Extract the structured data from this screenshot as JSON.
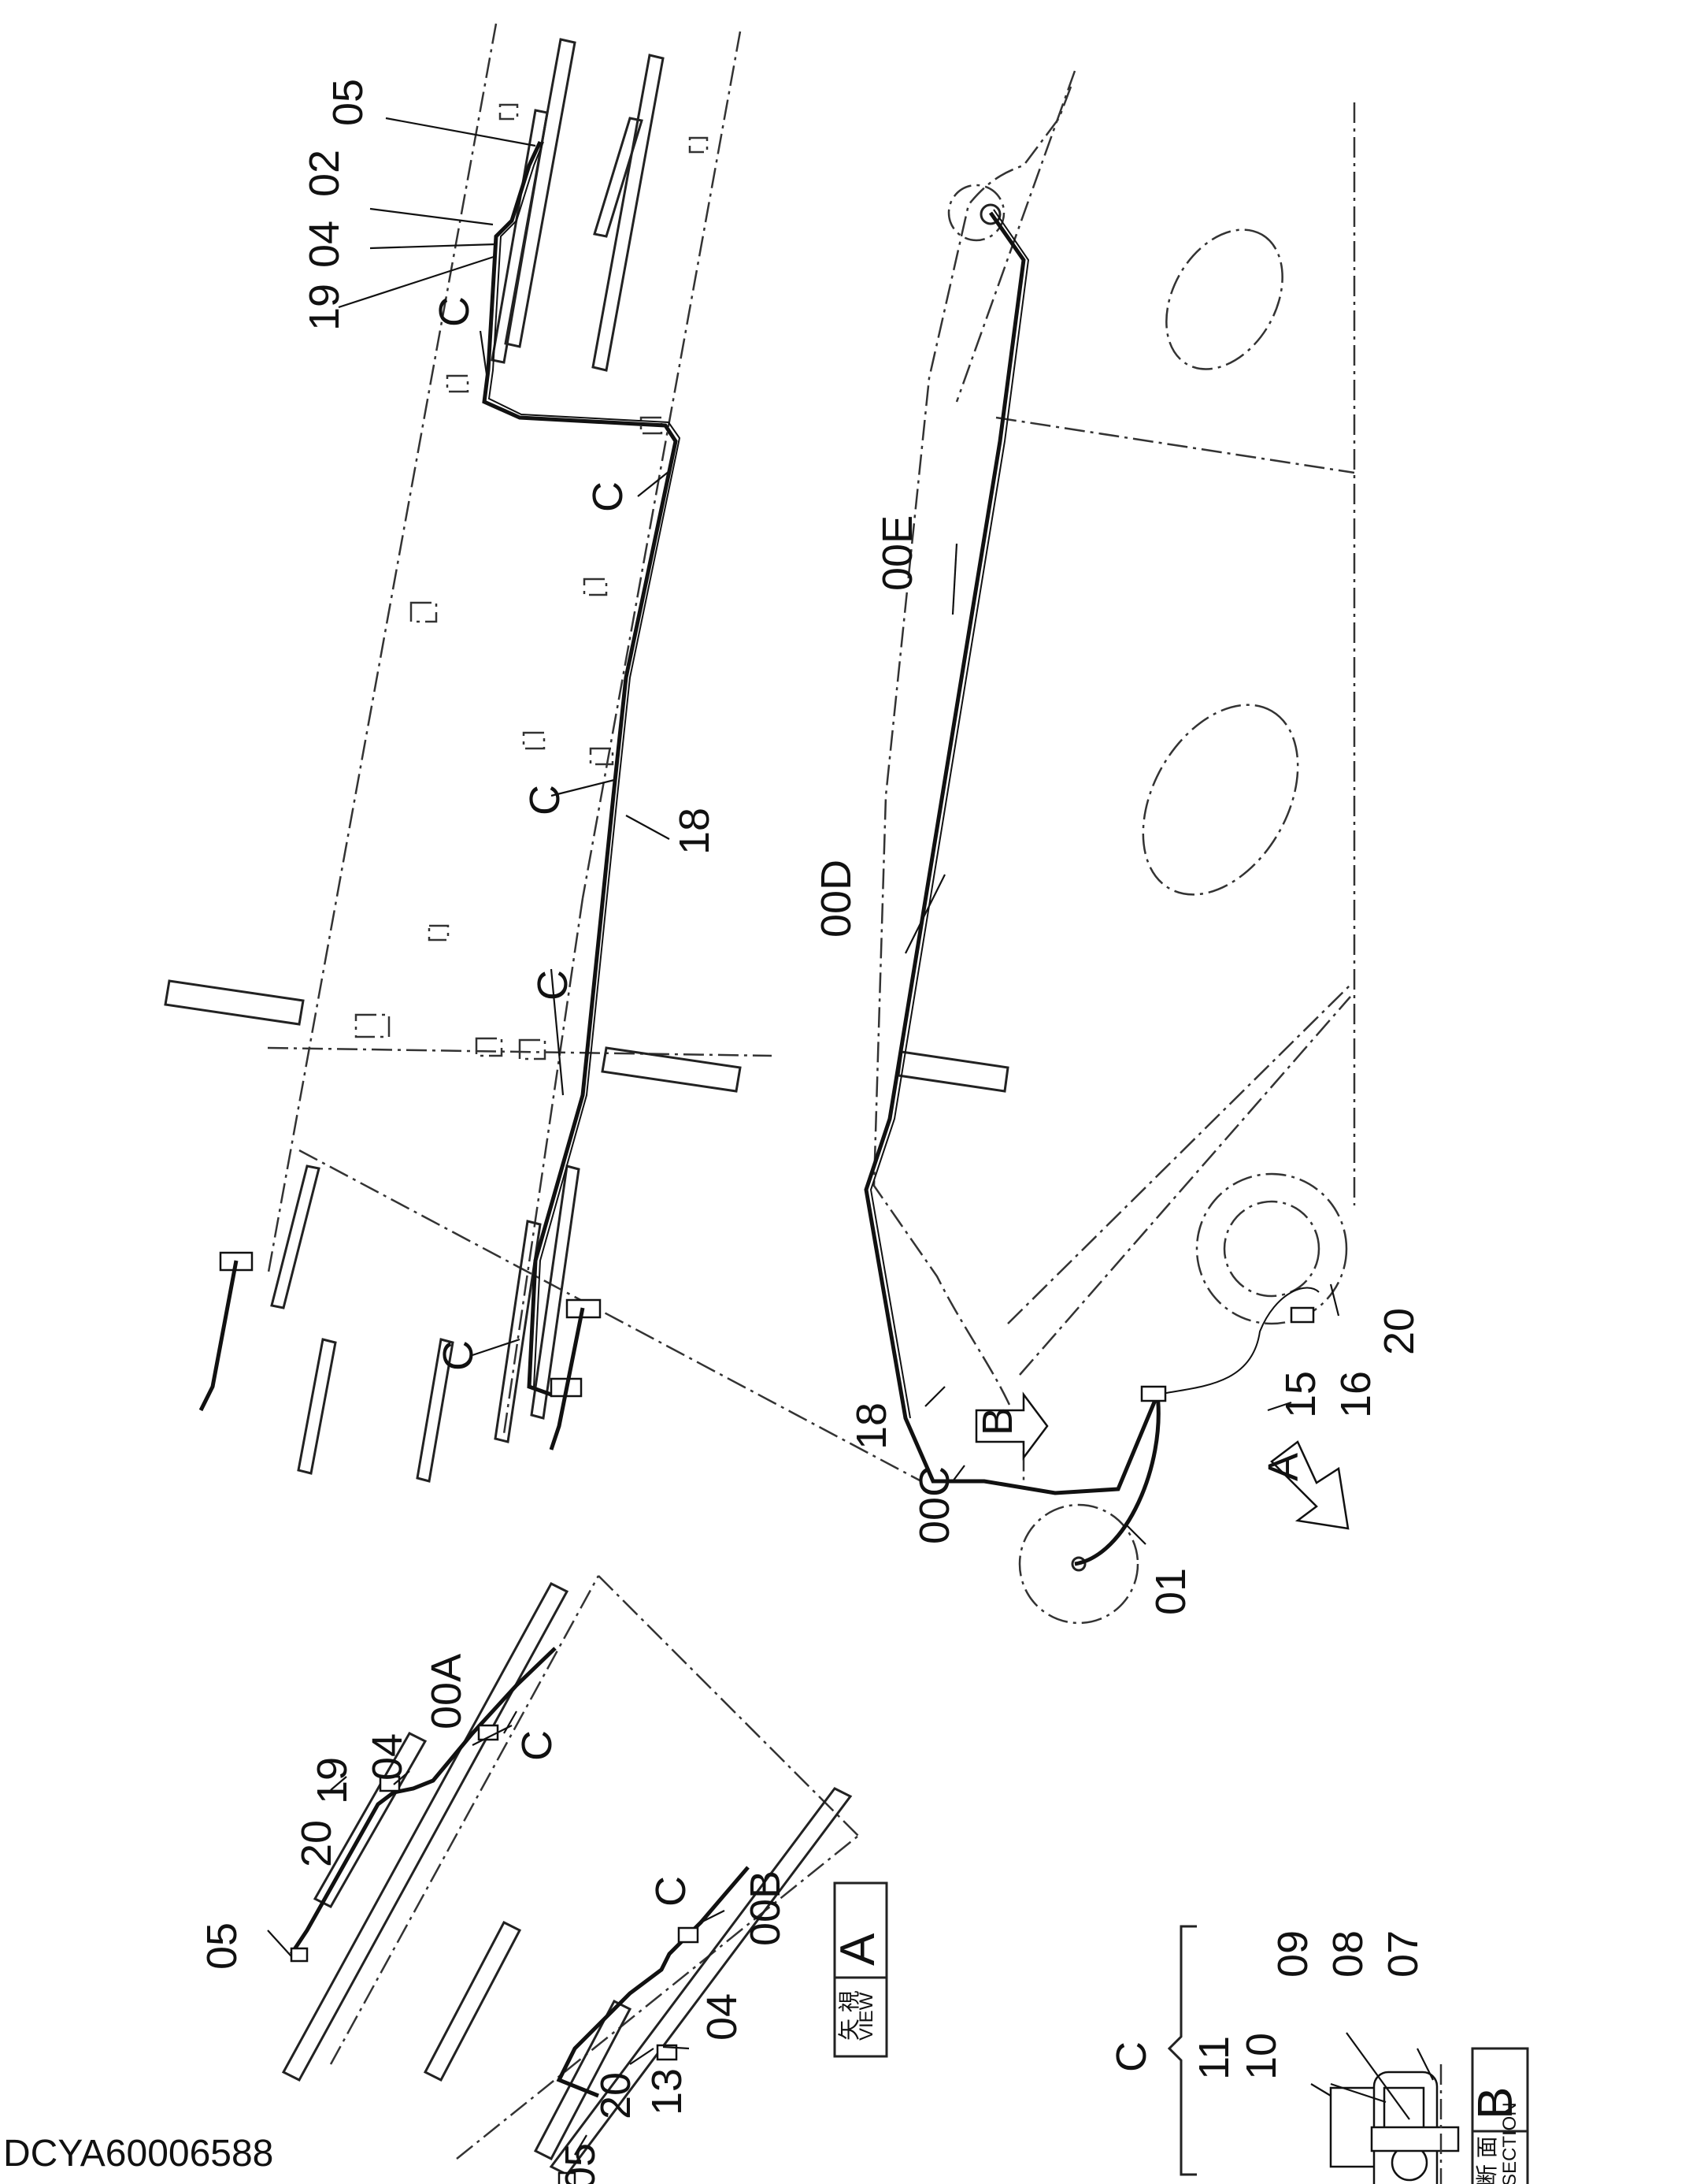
{
  "drawing_code": "DCYA60006588",
  "callouts": {
    "c05": "05",
    "c02": "02",
    "c04": "04",
    "c19": "19",
    "c18": "18",
    "c00E": "00E",
    "c00D": "00D",
    "c00C": "00C",
    "c01": "01",
    "c15": "15",
    "c16": "16",
    "c20": "20",
    "c00A": "00A",
    "c00B": "00B",
    "c13": "13",
    "c11": "11",
    "c10": "10",
    "c09": "09",
    "c08": "08",
    "c07": "07",
    "clamp": "C"
  },
  "view_a": {
    "jp": "矢 視",
    "en": "VIEW",
    "letter": "A"
  },
  "section_b": {
    "jp": "断 面",
    "en": "SECTION",
    "letter": "B"
  },
  "arrow_a": "A",
  "arrow_b": "B",
  "detail_c": "C"
}
